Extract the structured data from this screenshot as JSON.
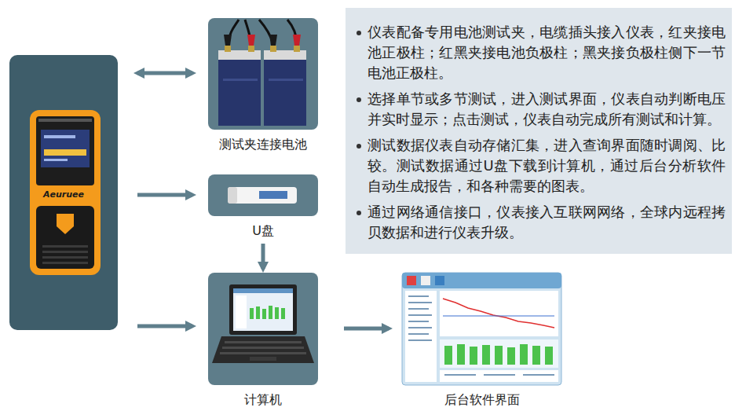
{
  "diagram": {
    "nodes": [
      {
        "text": [
          "Aeuruee"
        ]
      },
      {
        "text": [
          "测试夹连接电池"
        ]
      },
      {
        "text": [
          "U盘"
        ]
      },
      {
        "text": [
          "计算机"
        ]
      },
      {
        "text": [
          "后台软件界面"
        ]
      },
      {
        "text": [
          "仪表配备专用电池测试夹，电缆插头接入仪表，红夹接电池正极柱；红黑夹接电池负极柱；黑夹接负极柱侧下一节电池正极柱。",
          "选择单节或多节测试，进入测试界面，仪表自动判断电压并实时显示；点击测试，仪表自动完成所有测试和计算。",
          "测试数据仪表自动存储汇集，进入查询界面随时调阅、比较。测试数据通过U盘下载到计算机，通过后台分析软件自动生成报告，和各种需要的图表。",
          "通过网络通信接口，仪表接入互联网网络，全球内远程拷贝数据和进行仪表升级。"
        ]
      }
    ],
    "edges": [
      {
        "from": 0,
        "to": 1,
        "arrow": "both"
      },
      {
        "from": 0,
        "to": 2,
        "arrow": "to"
      },
      {
        "from": 2,
        "to": 3,
        "arrow": "to"
      },
      {
        "from": 0,
        "to": 3,
        "arrow": "to"
      },
      {
        "from": 3,
        "to": 4,
        "arrow": "to"
      }
    ]
  }
}
